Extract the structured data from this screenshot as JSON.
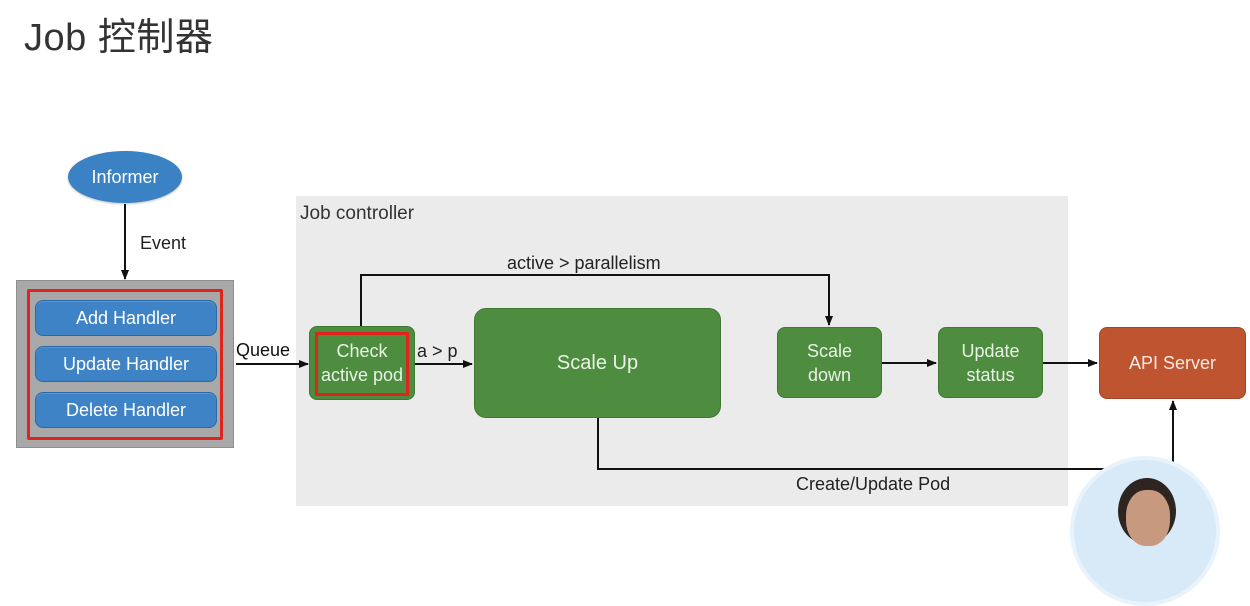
{
  "title": "Job 控制器",
  "controller_label": "Job controller",
  "nodes": {
    "informer": "Informer",
    "handlers": [
      "Add Handler",
      "Update Handler",
      "Delete Handler"
    ],
    "check": [
      "Check",
      "active pod"
    ],
    "scale_up": "Scale Up",
    "scale_down": [
      "Scale",
      "down"
    ],
    "update_status": [
      "Update",
      "status"
    ],
    "api_server": "API Server"
  },
  "edges": {
    "event": "Event",
    "queue": "Queue",
    "a_gt_p": "a > p",
    "active_gt_parallelism": "active > parallelism",
    "create_update_pod": "Create/Update  Pod"
  },
  "colors": {
    "informer": "#3b82c4",
    "handler": "#3e83c6",
    "process": "#4e8d3f",
    "api_server": "#bf5430",
    "highlight": "#e0241b",
    "controller_bg": "#ebebeb"
  },
  "icons": {
    "avatar": "presenter-avatar"
  }
}
